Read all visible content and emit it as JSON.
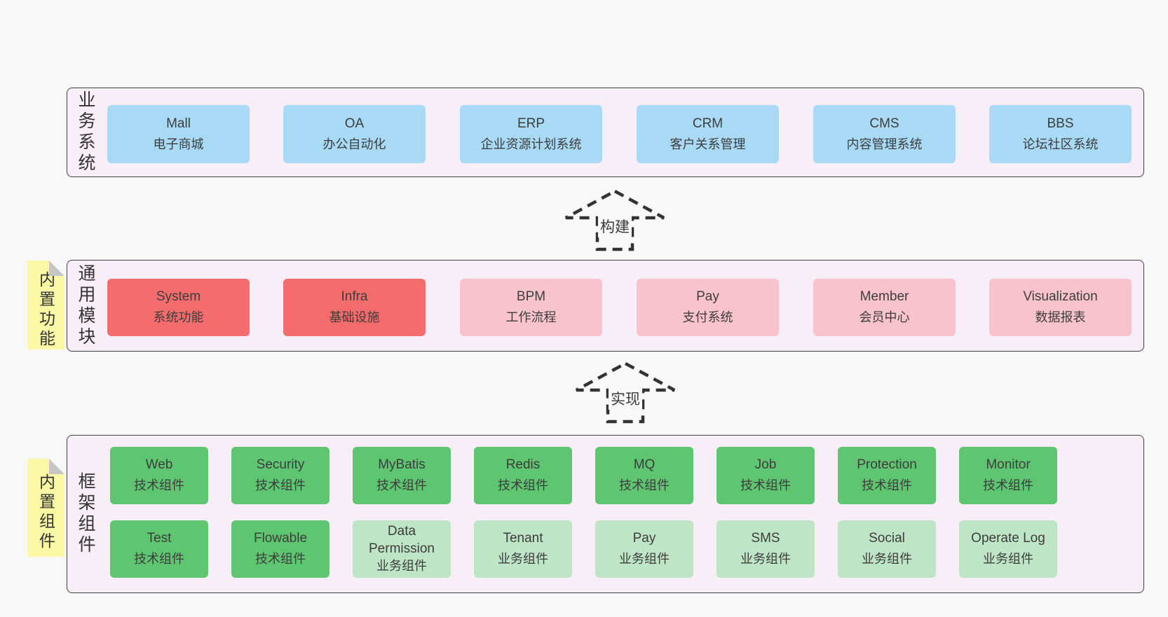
{
  "colors": {
    "page_bg": "#f8f8f8",
    "layer_bg": "#f8eef7",
    "layer_border": "#3f3f3f",
    "box_blue": "#a9daf5",
    "box_red": "#f56c6c",
    "box_pink": "#f9c3ce",
    "box_green_dark": "#5ec570",
    "box_green_light": "#bee5c5",
    "sticky_yellow": "#faf8a4",
    "sticky_fold_gray": "#c6c6c6",
    "text": "#3d3d3d"
  },
  "arrows": [
    {
      "label": "构建"
    },
    {
      "label": "实现"
    }
  ],
  "layers": {
    "business": {
      "label": "业务系统",
      "boxes": [
        {
          "en": "Mall",
          "zh": "电子商城"
        },
        {
          "en": "OA",
          "zh": "办公自动化"
        },
        {
          "en": "ERP",
          "zh": "企业资源计划系统"
        },
        {
          "en": "CRM",
          "zh": "客户关系管理"
        },
        {
          "en": "CMS",
          "zh": "内容管理系统"
        },
        {
          "en": "BBS",
          "zh": "论坛社区系统"
        }
      ]
    },
    "modules": {
      "label": "通用模块",
      "sticky": "内置功能",
      "boxes": [
        {
          "en": "System",
          "zh": "系统功能"
        },
        {
          "en": "Infra",
          "zh": "基础设施"
        },
        {
          "en": "BPM",
          "zh": "工作流程"
        },
        {
          "en": "Pay",
          "zh": "支付系统"
        },
        {
          "en": "Member",
          "zh": "会员中心"
        },
        {
          "en": "Visualization",
          "zh": "数据报表"
        }
      ]
    },
    "components": {
      "label": "框架组件",
      "sticky": "内置组件",
      "row1": [
        {
          "en": "Web",
          "zh": "技术组件"
        },
        {
          "en": "Security",
          "zh": "技术组件"
        },
        {
          "en": "MyBatis",
          "zh": "技术组件"
        },
        {
          "en": "Redis",
          "zh": "技术组件"
        },
        {
          "en": "MQ",
          "zh": "技术组件"
        },
        {
          "en": "Job",
          "zh": "技术组件"
        },
        {
          "en": "Protection",
          "zh": "技术组件"
        },
        {
          "en": "Monitor",
          "zh": "技术组件"
        }
      ],
      "row2": [
        {
          "en": "Test",
          "zh": "技术组件"
        },
        {
          "en": "Flowable",
          "zh": "技术组件"
        },
        {
          "en": "Data Permission",
          "zh": "业务组件"
        },
        {
          "en": "Tenant",
          "zh": "业务组件"
        },
        {
          "en": "Pay",
          "zh": "业务组件"
        },
        {
          "en": "SMS",
          "zh": "业务组件"
        },
        {
          "en": "Social",
          "zh": "业务组件"
        },
        {
          "en": "Operate Log",
          "zh": "业务组件"
        }
      ]
    }
  }
}
